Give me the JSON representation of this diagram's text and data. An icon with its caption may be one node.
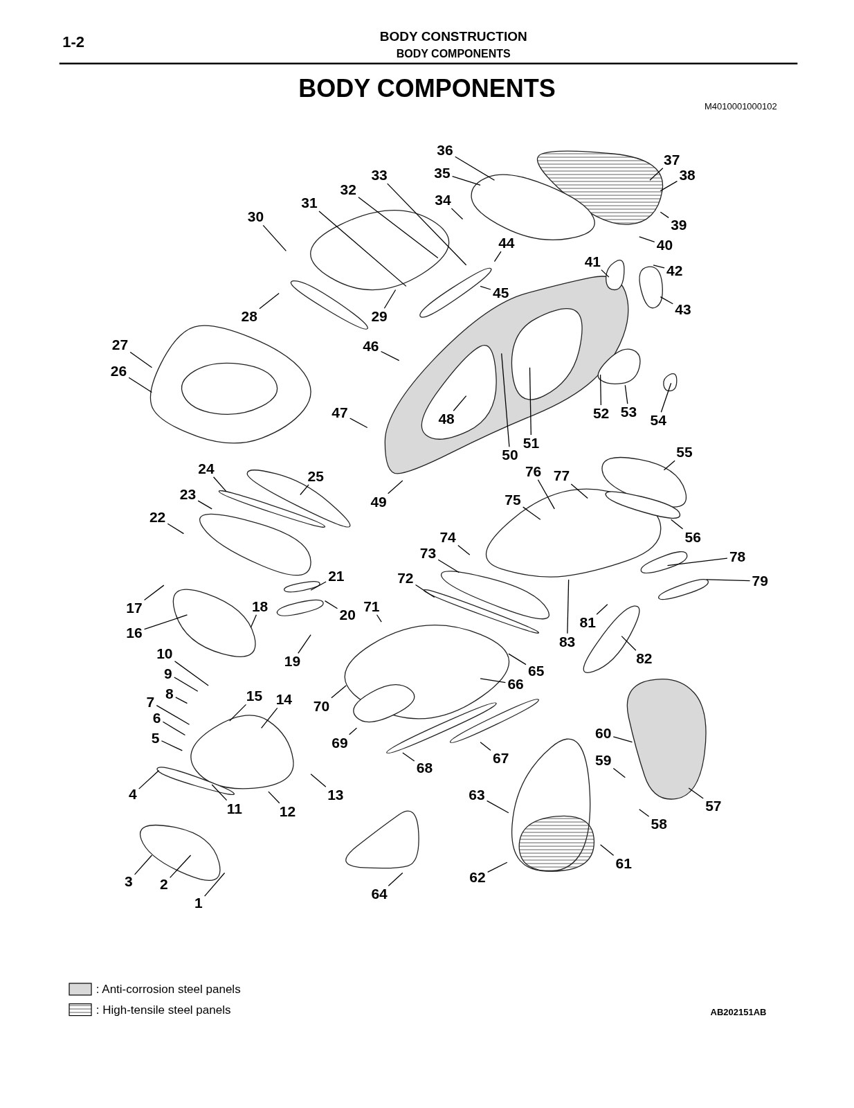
{
  "diagram": {
    "title": "BODY COMPONENTS",
    "nodes": [
      {
        "text": [
          "1"
        ]
      },
      {
        "text": [
          "2"
        ]
      },
      {
        "text": [
          "3"
        ]
      },
      {
        "text": [
          "4"
        ]
      },
      {
        "text": [
          "5"
        ]
      },
      {
        "text": [
          "6"
        ]
      },
      {
        "text": [
          "7"
        ]
      },
      {
        "text": [
          "8"
        ]
      },
      {
        "text": [
          "9"
        ]
      },
      {
        "text": [
          "10"
        ]
      },
      {
        "text": [
          "11"
        ]
      },
      {
        "text": [
          "12"
        ]
      },
      {
        "text": [
          "13"
        ]
      },
      {
        "text": [
          "14"
        ]
      },
      {
        "text": [
          "15"
        ]
      },
      {
        "text": [
          "16"
        ]
      },
      {
        "text": [
          "17"
        ]
      },
      {
        "text": [
          "18"
        ]
      },
      {
        "text": [
          "19"
        ]
      },
      {
        "text": [
          "20"
        ]
      },
      {
        "text": [
          "21"
        ]
      },
      {
        "text": [
          "22"
        ]
      },
      {
        "text": [
          "23"
        ]
      },
      {
        "text": [
          "24"
        ]
      },
      {
        "text": [
          "25"
        ]
      },
      {
        "text": [
          "26"
        ]
      },
      {
        "text": [
          "27"
        ]
      },
      {
        "text": [
          "28"
        ]
      },
      {
        "text": [
          "29"
        ]
      },
      {
        "text": [
          "30"
        ]
      },
      {
        "text": [
          "31"
        ]
      },
      {
        "text": [
          "32"
        ]
      },
      {
        "text": [
          "33"
        ]
      },
      {
        "text": [
          "34"
        ]
      },
      {
        "text": [
          "35"
        ]
      },
      {
        "text": [
          "36"
        ]
      },
      {
        "text": [
          "37"
        ]
      },
      {
        "text": [
          "38"
        ]
      },
      {
        "text": [
          "39"
        ]
      },
      {
        "text": [
          "40"
        ]
      },
      {
        "text": [
          "41"
        ]
      },
      {
        "text": [
          "42"
        ]
      },
      {
        "text": [
          "43"
        ]
      },
      {
        "text": [
          "44"
        ]
      },
      {
        "text": [
          "45"
        ]
      },
      {
        "text": [
          "46"
        ]
      },
      {
        "text": [
          "47"
        ]
      },
      {
        "text": [
          "48"
        ]
      },
      {
        "text": [
          "49"
        ]
      },
      {
        "text": [
          "50"
        ]
      },
      {
        "text": [
          "51"
        ]
      },
      {
        "text": [
          "52"
        ]
      },
      {
        "text": [
          "53"
        ]
      },
      {
        "text": [
          "54"
        ]
      },
      {
        "text": [
          "55"
        ]
      },
      {
        "text": [
          "56"
        ]
      },
      {
        "text": [
          "57"
        ]
      },
      {
        "text": [
          "58"
        ]
      },
      {
        "text": [
          "59"
        ]
      },
      {
        "text": [
          "60"
        ]
      },
      {
        "text": [
          "61"
        ]
      },
      {
        "text": [
          "62"
        ]
      },
      {
        "text": [
          "63"
        ]
      },
      {
        "text": [
          "64"
        ]
      },
      {
        "text": [
          "65"
        ]
      },
      {
        "text": [
          "66"
        ]
      },
      {
        "text": [
          "67"
        ]
      },
      {
        "text": [
          "68"
        ]
      },
      {
        "text": [
          "69"
        ]
      },
      {
        "text": [
          "70"
        ]
      },
      {
        "text": [
          "71"
        ]
      },
      {
        "text": [
          "72"
        ]
      },
      {
        "text": [
          "73"
        ]
      },
      {
        "text": [
          "74"
        ]
      },
      {
        "text": [
          "75"
        ]
      },
      {
        "text": [
          "76"
        ]
      },
      {
        "text": [
          "77"
        ]
      },
      {
        "text": [
          "78"
        ]
      },
      {
        "text": [
          "79"
        ]
      },
      {
        "text": [
          "81"
        ]
      },
      {
        "text": [
          "82"
        ]
      },
      {
        "text": [
          "83"
        ]
      }
    ],
    "edges": [
      {
        "from": 0,
        "to": null,
        "arrow": "none"
      },
      {
        "from": 1,
        "to": null,
        "arrow": "none"
      },
      {
        "from": 2,
        "to": null,
        "arrow": "none"
      },
      {
        "from": 3,
        "to": null,
        "arrow": "none"
      },
      {
        "from": 4,
        "to": null,
        "arrow": "none"
      },
      {
        "from": 5,
        "to": null,
        "arrow": "none"
      },
      {
        "from": 6,
        "to": null,
        "arrow": "none"
      },
      {
        "from": 7,
        "to": null,
        "arrow": "none"
      },
      {
        "from": 8,
        "to": null,
        "arrow": "none"
      },
      {
        "from": 9,
        "to": null,
        "arrow": "none"
      },
      {
        "from": 10,
        "to": null,
        "arrow": "none"
      },
      {
        "from": 11,
        "to": null,
        "arrow": "none"
      },
      {
        "from": 12,
        "to": null,
        "arrow": "none"
      },
      {
        "from": 13,
        "to": null,
        "arrow": "none"
      },
      {
        "from": 14,
        "to": null,
        "arrow": "none"
      },
      {
        "from": 15,
        "to": null,
        "arrow": "none"
      },
      {
        "from": 16,
        "to": null,
        "arrow": "none"
      },
      {
        "from": 17,
        "to": null,
        "arrow": "none"
      },
      {
        "from": 18,
        "to": null,
        "arrow": "none"
      },
      {
        "from": 19,
        "to": null,
        "arrow": "none"
      },
      {
        "from": 20,
        "to": null,
        "arrow": "none"
      },
      {
        "from": 21,
        "to": null,
        "arrow": "none"
      },
      {
        "from": 22,
        "to": null,
        "arrow": "none"
      },
      {
        "from": 23,
        "to": null,
        "arrow": "none"
      },
      {
        "from": 24,
        "to": null,
        "arrow": "none"
      },
      {
        "from": 25,
        "to": null,
        "arrow": "none"
      },
      {
        "from": 26,
        "to": null,
        "arrow": "none"
      },
      {
        "from": 27,
        "to": null,
        "arrow": "none"
      },
      {
        "from": 28,
        "to": null,
        "arrow": "none"
      },
      {
        "from": 29,
        "to": null,
        "arrow": "none"
      },
      {
        "from": 30,
        "to": null,
        "arrow": "none"
      },
      {
        "from": 31,
        "to": null,
        "arrow": "none"
      },
      {
        "from": 32,
        "to": null,
        "arrow": "none"
      },
      {
        "from": 33,
        "to": null,
        "arrow": "none"
      },
      {
        "from": 34,
        "to": null,
        "arrow": "none"
      },
      {
        "from": 35,
        "to": null,
        "arrow": "none"
      },
      {
        "from": 36,
        "to": null,
        "arrow": "none"
      },
      {
        "from": 37,
        "to": null,
        "arrow": "none"
      },
      {
        "from": 38,
        "to": null,
        "arrow": "none"
      },
      {
        "from": 39,
        "to": null,
        "arrow": "none"
      },
      {
        "from": 40,
        "to": null,
        "arrow": "none"
      },
      {
        "from": 41,
        "to": null,
        "arrow": "none"
      },
      {
        "from": 42,
        "to": null,
        "arrow": "none"
      },
      {
        "from": 43,
        "to": null,
        "arrow": "none"
      },
      {
        "from": 44,
        "to": null,
        "arrow": "none"
      },
      {
        "from": 45,
        "to": null,
        "arrow": "none"
      },
      {
        "from": 46,
        "to": null,
        "arrow": "none"
      },
      {
        "from": 47,
        "to": null,
        "arrow": "none"
      },
      {
        "from": 48,
        "to": null,
        "arrow": "none"
      },
      {
        "from": 49,
        "to": null,
        "arrow": "none"
      },
      {
        "from": 50,
        "to": null,
        "arrow": "none"
      },
      {
        "from": 51,
        "to": null,
        "arrow": "none"
      },
      {
        "from": 52,
        "to": null,
        "arrow": "none"
      },
      {
        "from": 53,
        "to": null,
        "arrow": "none"
      },
      {
        "from": 54,
        "to": null,
        "arrow": "none"
      },
      {
        "from": 55,
        "to": null,
        "arrow": "none"
      },
      {
        "from": 56,
        "to": null,
        "arrow": "none"
      },
      {
        "from": 57,
        "to": null,
        "arrow": "none"
      },
      {
        "from": 58,
        "to": null,
        "arrow": "none"
      },
      {
        "from": 59,
        "to": null,
        "arrow": "none"
      },
      {
        "from": 60,
        "to": null,
        "arrow": "none"
      },
      {
        "from": 61,
        "to": null,
        "arrow": "none"
      },
      {
        "from": 62,
        "to": null,
        "arrow": "none"
      },
      {
        "from": 63,
        "to": null,
        "arrow": "none"
      },
      {
        "from": 64,
        "to": null,
        "arrow": "none"
      },
      {
        "from": 65,
        "to": null,
        "arrow": "none"
      },
      {
        "from": 66,
        "to": null,
        "arrow": "none"
      },
      {
        "from": 67,
        "to": null,
        "arrow": "none"
      },
      {
        "from": 68,
        "to": null,
        "arrow": "none"
      },
      {
        "from": 69,
        "to": null,
        "arrow": "none"
      },
      {
        "from": 70,
        "to": null,
        "arrow": "none"
      },
      {
        "from": 71,
        "to": null,
        "arrow": "none"
      },
      {
        "from": 72,
        "to": null,
        "arrow": "none"
      },
      {
        "from": 73,
        "to": null,
        "arrow": "none"
      },
      {
        "from": 74,
        "to": null,
        "arrow": "none"
      },
      {
        "from": 75,
        "to": null,
        "arrow": "none"
      },
      {
        "from": 76,
        "to": null,
        "arrow": "none"
      },
      {
        "from": 77,
        "to": null,
        "arrow": "none"
      },
      {
        "from": 78,
        "to": null,
        "arrow": "none"
      },
      {
        "from": 79,
        "to": null,
        "arrow": "none"
      },
      {
        "from": 80,
        "to": null,
        "arrow": "none"
      },
      {
        "from": 81,
        "to": null,
        "arrow": "none"
      }
    ],
    "labels": [
      "1-2",
      "BODY CONSTRUCTION",
      "BODY COMPONENTS",
      "M4010001000102",
      "AB202151AB"
    ],
    "legend": [
      {
        "text": ": Anti-corrosion steel panels",
        "color": "#d9d9d9"
      },
      {
        "text": ": High-tensile steel panels"
      }
    ]
  }
}
